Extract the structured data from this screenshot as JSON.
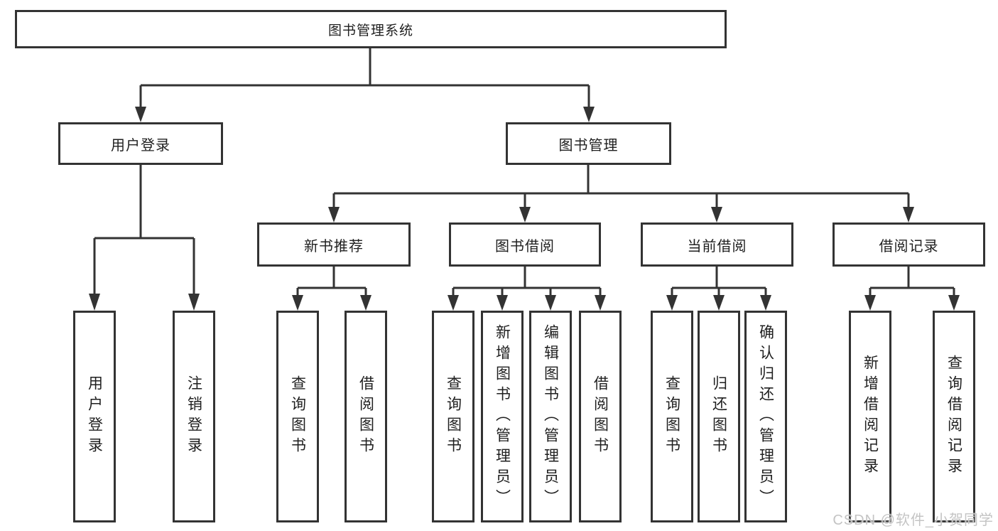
{
  "page": {
    "background": "#ffffff"
  },
  "diagram": {
    "type": "tree",
    "line_color": "#333333",
    "text_color": "#1f1f1f",
    "root": "图书管理系统",
    "level2": {
      "user_login": "用户登录",
      "book_management": "图书管理"
    },
    "level3": {
      "new_book_recommend": "新书推荐",
      "book_borrow": "图书借阅",
      "current_borrow": "当前借阅",
      "borrow_record": "借阅记录"
    },
    "leaves": {
      "user_login": [
        "用户登录",
        "注销登录"
      ],
      "new_book_recommend": [
        "查询图书",
        "借阅图书"
      ],
      "book_borrow": [
        "查询图书",
        "新增图书（管理员）",
        "编辑图书（管理员）",
        "借阅图书"
      ],
      "current_borrow": [
        "查询图书",
        "归还图书",
        "确认归还（管理员）"
      ],
      "borrow_record": [
        "新增借阅记录",
        "查询借阅记录"
      ]
    }
  },
  "watermark": {
    "text": "CSDN @软件_小贺同学",
    "color": "#c4c4c4"
  }
}
